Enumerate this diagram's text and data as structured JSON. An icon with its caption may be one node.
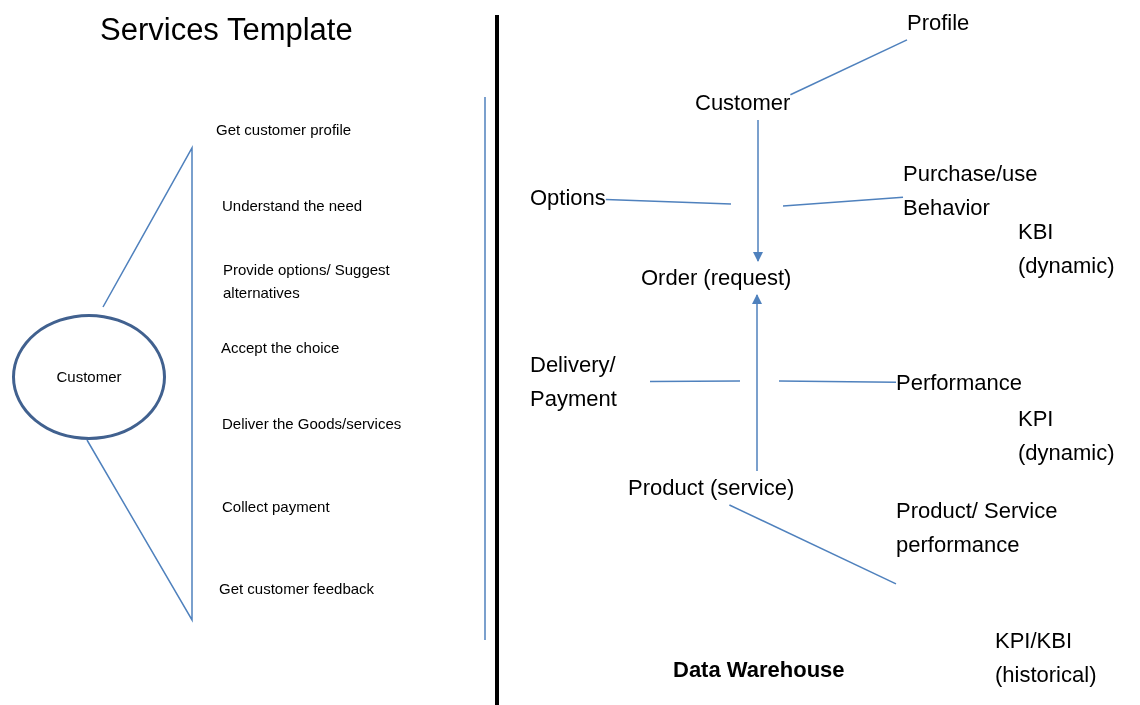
{
  "diagram": {
    "title": "Services Template",
    "nodes": [
      {
        "text": [
          "Customer"
        ]
      },
      {
        "text": [
          "Profile"
        ]
      },
      {
        "text": [
          "Customer"
        ]
      },
      {
        "text": [
          "Options"
        ]
      },
      {
        "text": [
          "Purchase/use Behavior"
        ]
      },
      {
        "text": [
          "Order (request)"
        ]
      },
      {
        "text": [
          "Delivery/ Payment"
        ]
      },
      {
        "text": [
          "Performance"
        ]
      },
      {
        "text": [
          "Product (service)"
        ]
      },
      {
        "text": [
          "Product/ Service performance"
        ]
      }
    ],
    "edges": [
      {
        "from": 2,
        "to": 1,
        "arrow": "none"
      },
      {
        "from": 2,
        "to": 5,
        "arrow": "to"
      },
      {
        "from": 3,
        "to": null,
        "arrow": "none"
      },
      {
        "from": 4,
        "to": null,
        "arrow": "none"
      },
      {
        "from": 8,
        "to": 5,
        "arrow": "to"
      },
      {
        "from": 6,
        "to": null,
        "arrow": "none"
      },
      {
        "from": 7,
        "to": null,
        "arrow": "none"
      },
      {
        "from": 8,
        "to": 9,
        "arrow": "none"
      }
    ],
    "labels": [
      "Get customer profile",
      "Understand the need",
      "Provide options/ Suggest alternatives",
      "Accept the choice",
      "Deliver the Goods/services",
      "Collect payment",
      "Get customer feedback",
      "KBI (dynamic)",
      "KPI (dynamic)",
      "KPI/KBI (historical)",
      "Data Warehouse"
    ]
  }
}
